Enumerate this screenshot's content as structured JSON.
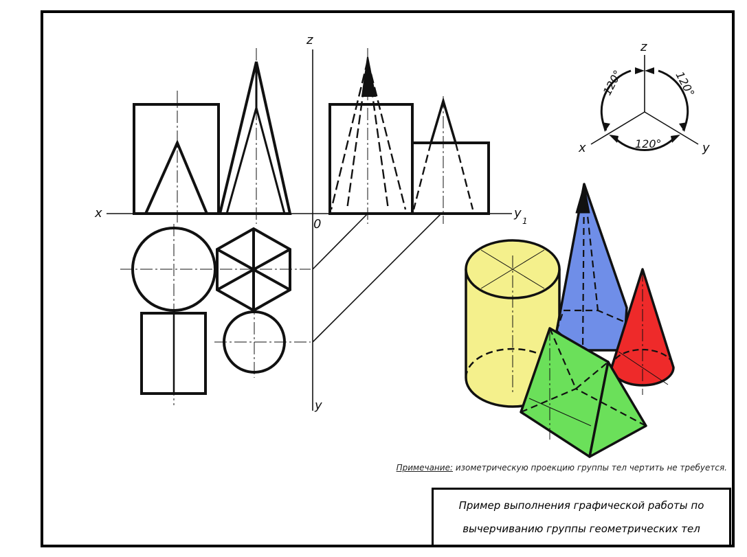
{
  "axes": {
    "z": "z",
    "x": "x",
    "y": "y",
    "y1": "y",
    "y1_sub": "1",
    "origin": "0"
  },
  "iso_schema": {
    "z": "z",
    "x": "x",
    "y": "y",
    "angle_left": "120°",
    "angle_right": "120°",
    "angle_bottom": "120°"
  },
  "note": {
    "label": "Примечание:",
    "text": " изометрическую проекцию группы тел чертить не требуется."
  },
  "title_block": {
    "line1": "Пример выполнения графической работы по",
    "line2": "вычерчиванию группы геометрических тел"
  },
  "colors": {
    "cylinder": "#f4f08c",
    "pyramid": "#6f8ee8",
    "cone": "#ee2a2a",
    "prism": "#6be05a",
    "line": "#111111"
  }
}
